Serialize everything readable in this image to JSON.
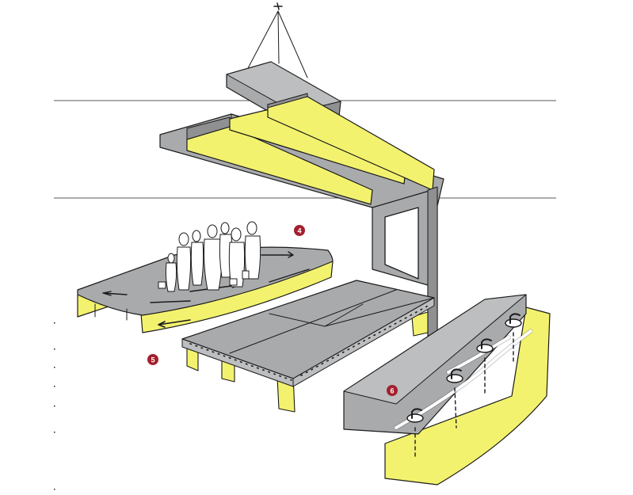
{
  "colors": {
    "concrete": "#a9aaac",
    "concrete_dark": "#8f9092",
    "yellow": "#f3f26e",
    "yellow_edge": "#e2de3f",
    "ink": "#1b1b1b",
    "marker": "#a3202d",
    "marker_text": "#ffffff",
    "guide_line": "#5a5a5a"
  },
  "markers": [
    {
      "id": "4",
      "label": "4"
    },
    {
      "id": "5",
      "label": "5"
    },
    {
      "id": "6",
      "label": "6"
    }
  ],
  "elements": {
    "ceiling_panel": "suspended-ceiling-panel",
    "canopy": "canopy-roof-with-light-beams",
    "column": "wall-column-with-window",
    "walkway": "curved-moving-walkway-with-people",
    "floor_platform": "raised-floor-platform",
    "counter": "counter-with-faucets"
  }
}
